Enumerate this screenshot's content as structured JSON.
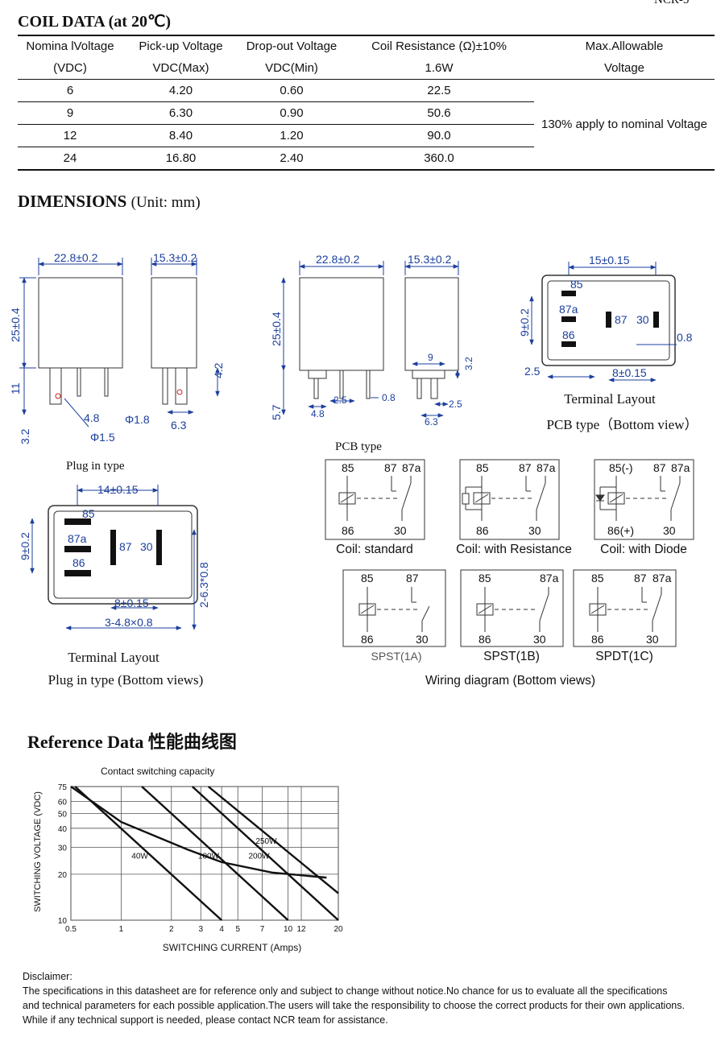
{
  "corner_fragment": "NCR-5",
  "coil": {
    "title": "COIL DATA (at 20℃)",
    "headers": [
      [
        "Nomina lVoltage",
        "(VDC)"
      ],
      [
        "Pick-up Voltage",
        "VDC(Max)"
      ],
      [
        "Drop-out  Voltage",
        "VDC(Min)"
      ],
      [
        "Coil Resistance (Ω)±10%",
        "1.6W"
      ],
      [
        "Max.Allowable",
        "Voltage"
      ]
    ],
    "rows": [
      [
        "6",
        "4.20",
        "0.60",
        "22.5"
      ],
      [
        "9",
        "6.30",
        "0.90",
        "50.6"
      ],
      [
        "12",
        "8.40",
        "1.20",
        "90.0"
      ],
      [
        "24",
        "16.80",
        "2.40",
        "360.0"
      ]
    ],
    "max_allowable_note": "130% apply to nominal  Voltage"
  },
  "dimensions": {
    "title": "DIMENSIONS",
    "unit": "(Unit: mm)",
    "plug_caption": "Plug in type",
    "plug_dims": {
      "width": "22.8±0.2",
      "depth": "15.3±0.2",
      "height": "25±0.4",
      "pin_len": "11",
      "pin_small": "3.2",
      "pin_w": "4.8",
      "hole": "Φ1.5",
      "pin_side": "4.2",
      "hole2": "Φ1.8",
      "pitch": "6.3"
    },
    "pcb_dims": {
      "width": "22.8±0.2",
      "depth": "15.3±0.2",
      "height": "25±0.4",
      "pin": "5.7",
      "w1": "4.8",
      "w2": "2.5",
      "t": "0.8",
      "s1": "9",
      "s2": "3.2",
      "s3": "2.5",
      "s4": "6.3"
    },
    "pcb_layout": {
      "span": "15±0.15",
      "height": "9±0.2",
      "left": "2.5",
      "pitch": "8±0.15",
      "thick": "0.8",
      "labels": [
        "85",
        "87a",
        "86",
        "87",
        "30"
      ],
      "caption1": "Terminal Layout",
      "caption2": "PCB type（Bottom view）"
    },
    "plug_layout": {
      "span": "14±0.15",
      "height": "9±0.2",
      "pitch": "8±0.15",
      "pins": "3-4.8×0.8",
      "side": "2-6.3*0.8",
      "labels": [
        "85",
        "87a",
        "86",
        "87",
        "30"
      ],
      "caption1": "Terminal Layout",
      "caption2": "Plug in type (Bottom views)"
    }
  },
  "wiring": {
    "pcb_label": "PCB type",
    "coils": [
      {
        "caption": "Coil: standard",
        "top": [
          "85",
          "87",
          "87a"
        ],
        "bottom": [
          "86",
          "30"
        ]
      },
      {
        "caption": "Coil: with Resistance",
        "top": [
          "85",
          "87",
          "87a"
        ],
        "bottom": [
          "86",
          "30"
        ]
      },
      {
        "caption": "Coil: with Diode",
        "top": [
          "85(-)",
          "87",
          "87a"
        ],
        "bottom": [
          "86(+)",
          "30"
        ]
      }
    ],
    "types": [
      {
        "caption": "SPST(1A)",
        "top": [
          "85",
          "87"
        ],
        "bottom": [
          "86",
          "30"
        ]
      },
      {
        "caption": "SPST(1B)",
        "top": [
          "85",
          "87a"
        ],
        "bottom": [
          "86",
          "30"
        ]
      },
      {
        "caption": "SPDT(1C)",
        "top": [
          "85",
          "87",
          "87a"
        ],
        "bottom": [
          "86",
          "30"
        ]
      }
    ],
    "caption": "Wiring diagram (Bottom views)"
  },
  "reference": {
    "title": "Reference Data 性能曲线图"
  },
  "chart_data": {
    "type": "line",
    "title": "Contact switching capacity",
    "xlabel": "SWITCHING CURRENT (Amps)",
    "ylabel": "SWITCHING VOLTAGE (VDC)",
    "x_scale": "log",
    "y_scale": "log",
    "xlim": [
      0.5,
      20
    ],
    "ylim": [
      10,
      75
    ],
    "x_ticks": [
      0.5,
      1,
      2,
      3,
      4,
      5,
      7,
      10,
      12,
      20
    ],
    "y_ticks": [
      10,
      20,
      30,
      40,
      50,
      60,
      75
    ],
    "grid": true,
    "series": [
      {
        "name": "40W",
        "points": [
          [
            0.53,
            75
          ],
          [
            4,
            10
          ]
        ]
      },
      {
        "name": "100W",
        "points": [
          [
            1.33,
            75
          ],
          [
            10,
            10
          ]
        ]
      },
      {
        "name": "200W",
        "points": [
          [
            2.67,
            75
          ],
          [
            20,
            10
          ]
        ]
      },
      {
        "name": "250W",
        "points": [
          [
            3.33,
            75
          ],
          [
            20,
            15
          ]
        ]
      },
      {
        "points": [
          [
            0.5,
            75
          ],
          [
            1,
            44
          ],
          [
            2.5,
            29
          ],
          [
            4,
            24
          ],
          [
            8,
            20.5
          ],
          [
            17,
            19
          ]
        ]
      }
    ]
  },
  "disclaimer": {
    "title": "Disclaimer:",
    "lines": [
      "The specifications in this datasheet are for reference only and subject to change without notice.No chance for us to evaluate all the specifications",
      "and technical parameters for each possible application.The users will take the responsibility to choose the correct products for their own applications.",
      "While if any technical support is needed, please contact NCR team for assistance."
    ]
  }
}
